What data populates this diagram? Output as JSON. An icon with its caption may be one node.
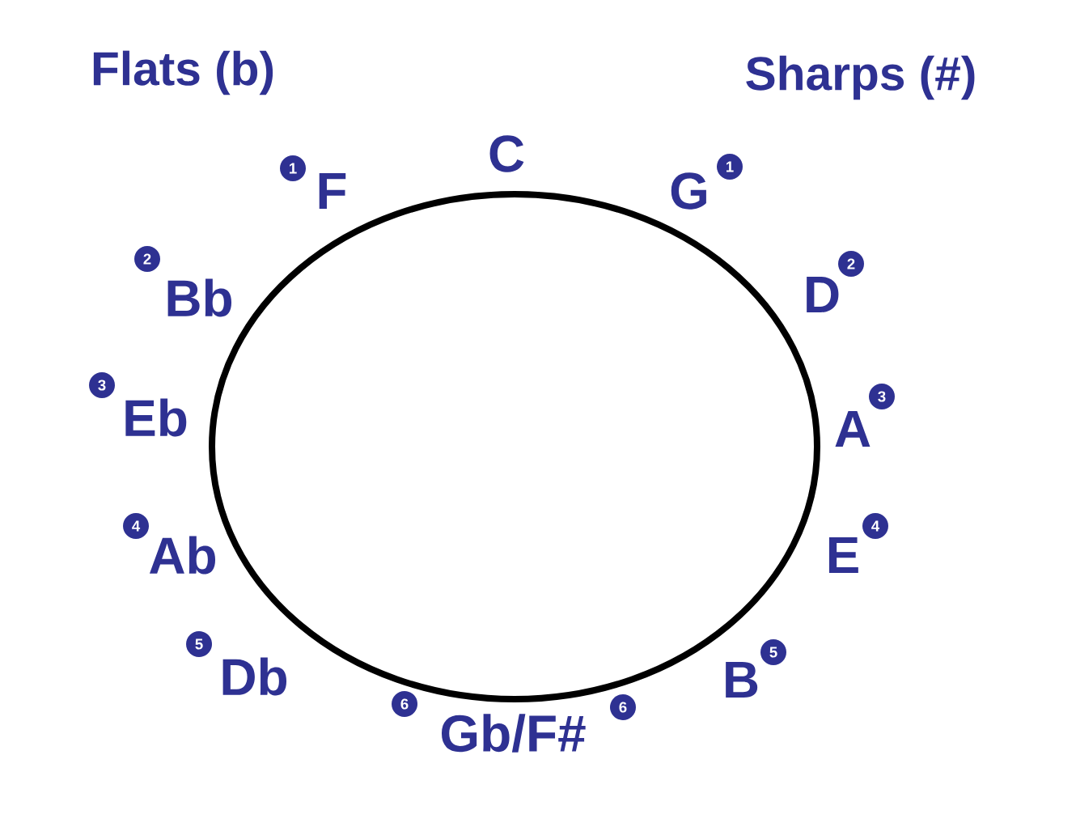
{
  "diagram": {
    "labels": [
      "Flats (b)",
      "Sharps (#)",
      "C",
      "1",
      "F",
      "G",
      "1",
      "2",
      "Bb",
      "D",
      "2",
      "3",
      "Eb",
      "A",
      "3",
      "4",
      "Ab",
      "E",
      "4",
      "5",
      "Db",
      "B",
      "5",
      "6",
      "Gb/F#",
      "6"
    ]
  }
}
